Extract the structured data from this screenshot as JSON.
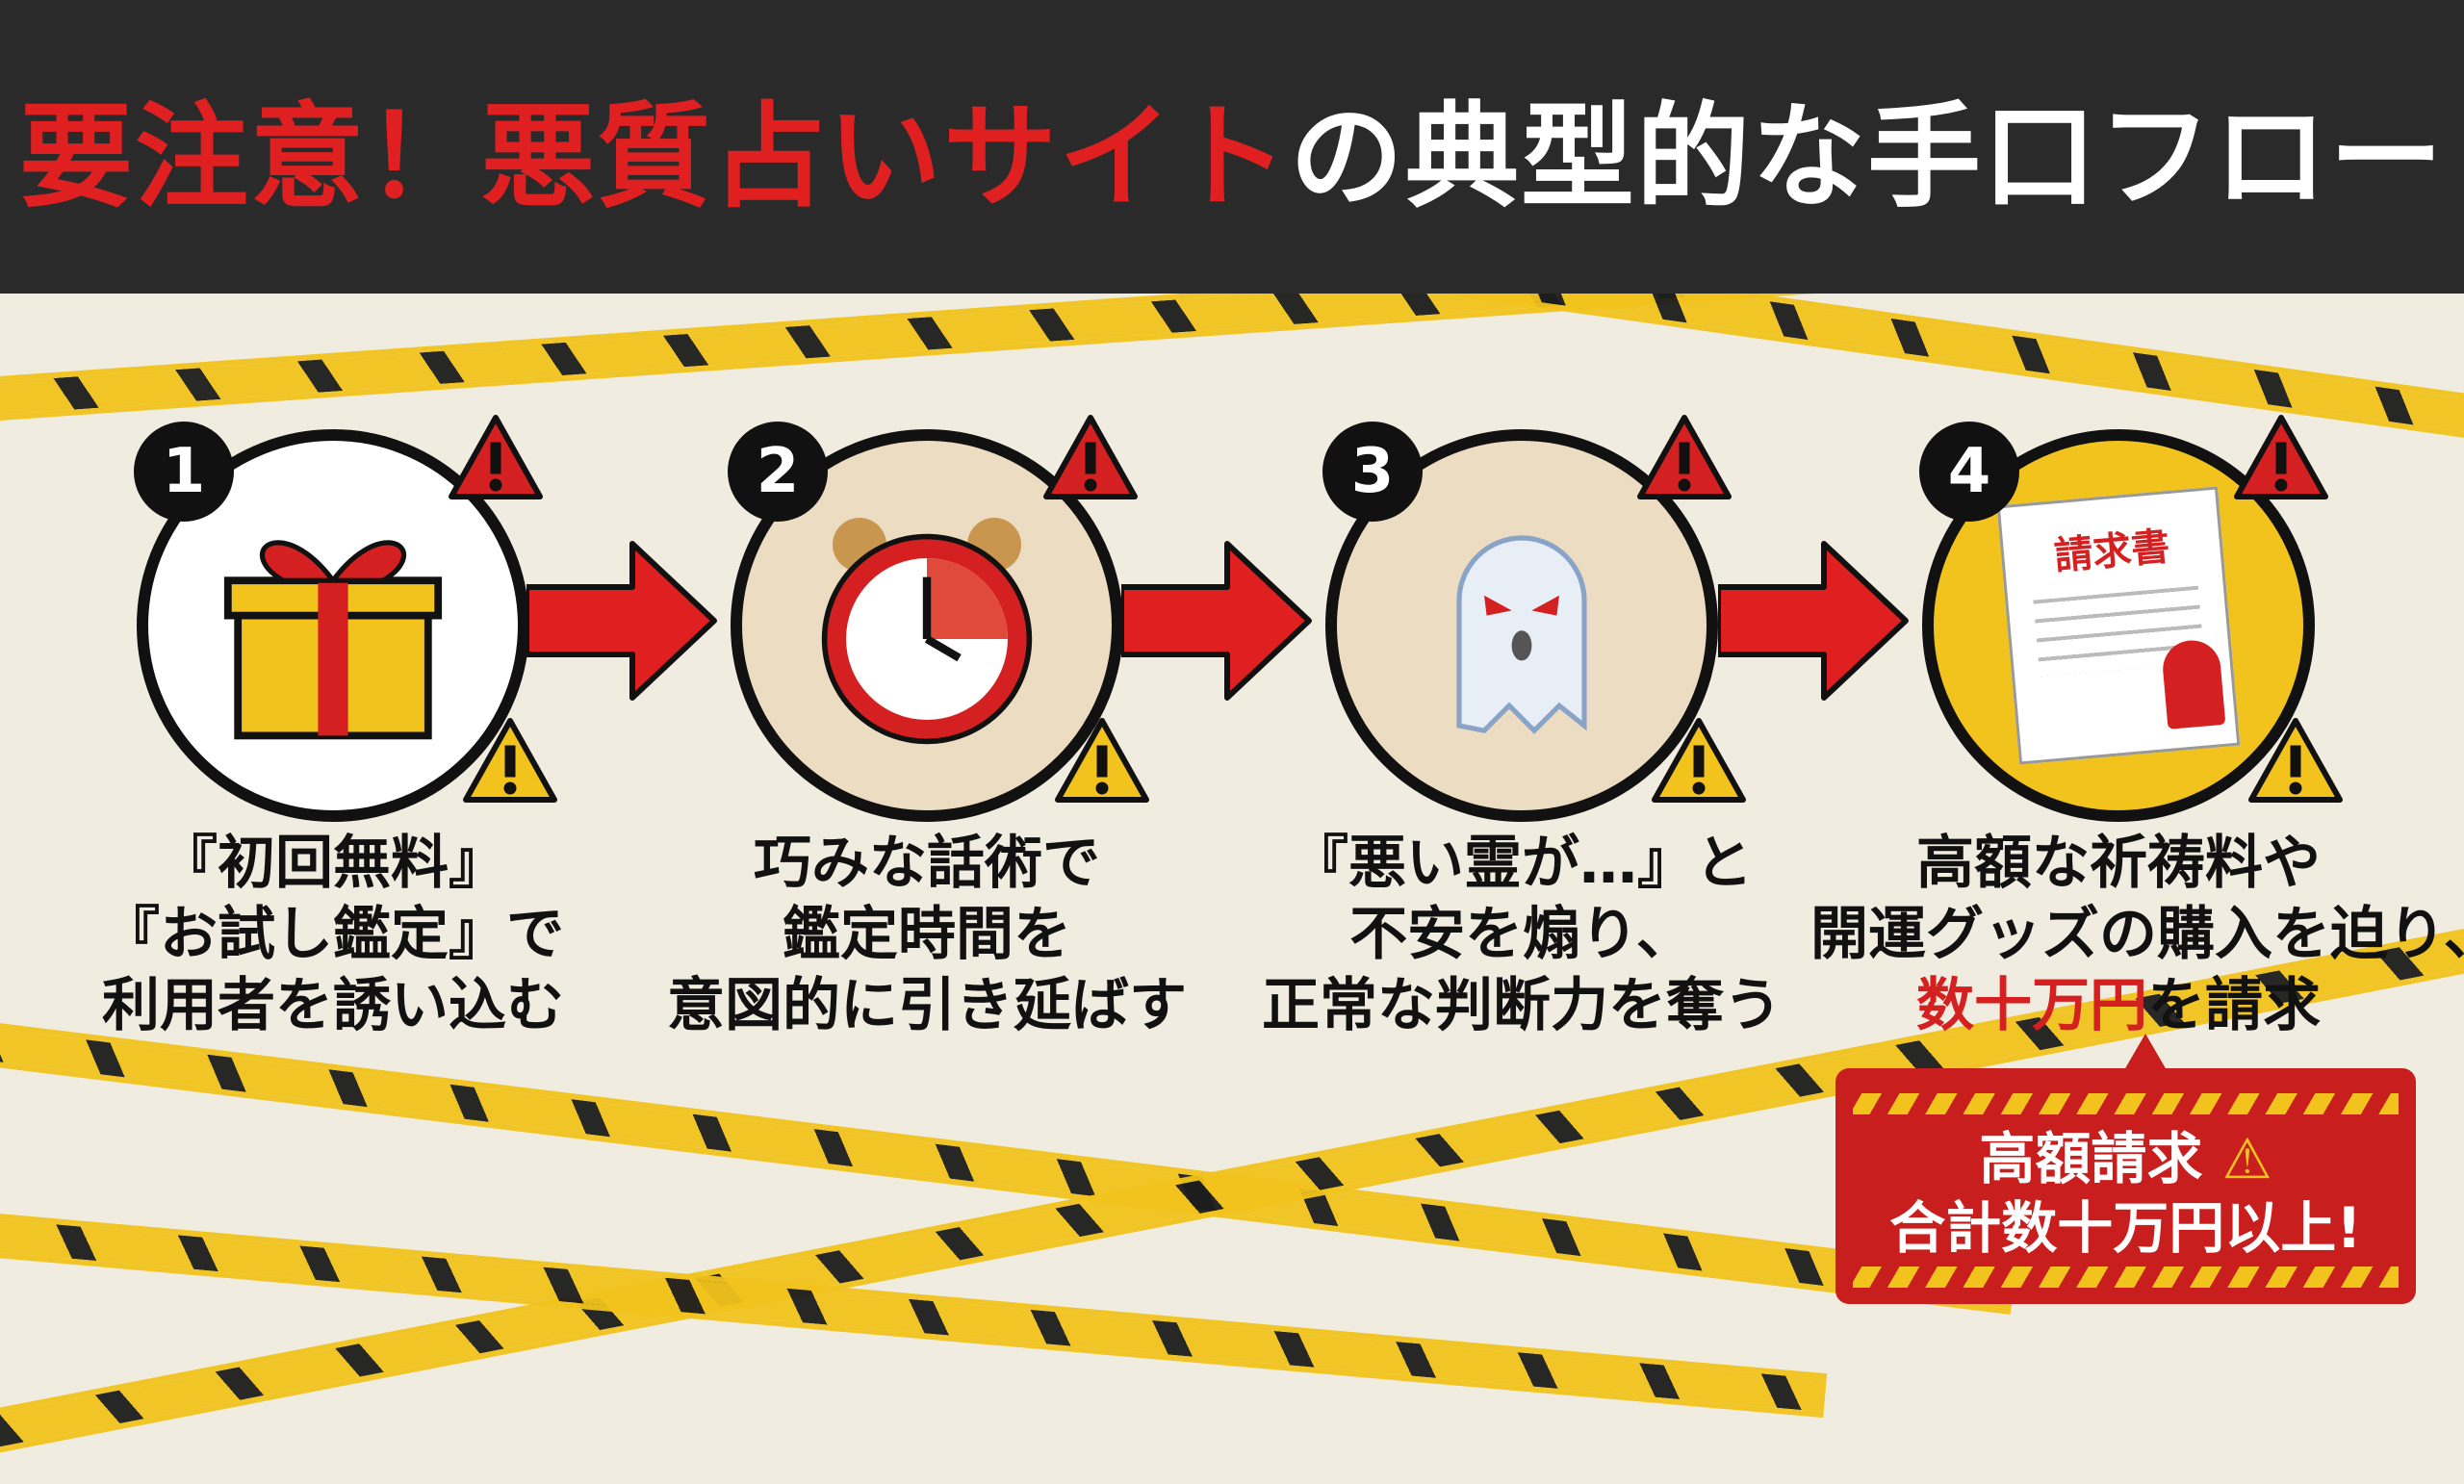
{
  "title": {
    "warning_part": "要注意！悪質占いサイト",
    "rest": "の典型的な手口フロー"
  },
  "steps": [
    {
      "number": "1",
      "icon": "gift-icon",
      "lines": [
        "『初回無料』",
        "『お試し鑑定』で",
        "利用者を誘い込む"
      ]
    },
    {
      "number": "2",
      "icon": "alarm-clock-icon",
      "lines": [
        "巧みな話術で",
        "鑑定時間を",
        "意図的に引き延ばす"
      ]
    },
    {
      "number": "3",
      "icon": "ghost-icon",
      "lines": [
        "『悪い霊が…』と",
        "不安を煽り、",
        "正常な判断力を奪う"
      ]
    },
    {
      "number": "4",
      "icon": "invoice-icon",
      "invoice_label": "請求書",
      "lines": [
        "高額な祈祷料や",
        "開運グッズの購入を迫り、"
      ],
      "last_red": "数十万円",
      "last_rest": "を請求"
    }
  ],
  "alert": {
    "line1": "高額請求",
    "line2": "合計数十万円以上!"
  },
  "colors": {
    "accent": "#e02020",
    "tape": "#f2c31c",
    "header": "#2a2a2a",
    "background": "#f1ece0"
  }
}
